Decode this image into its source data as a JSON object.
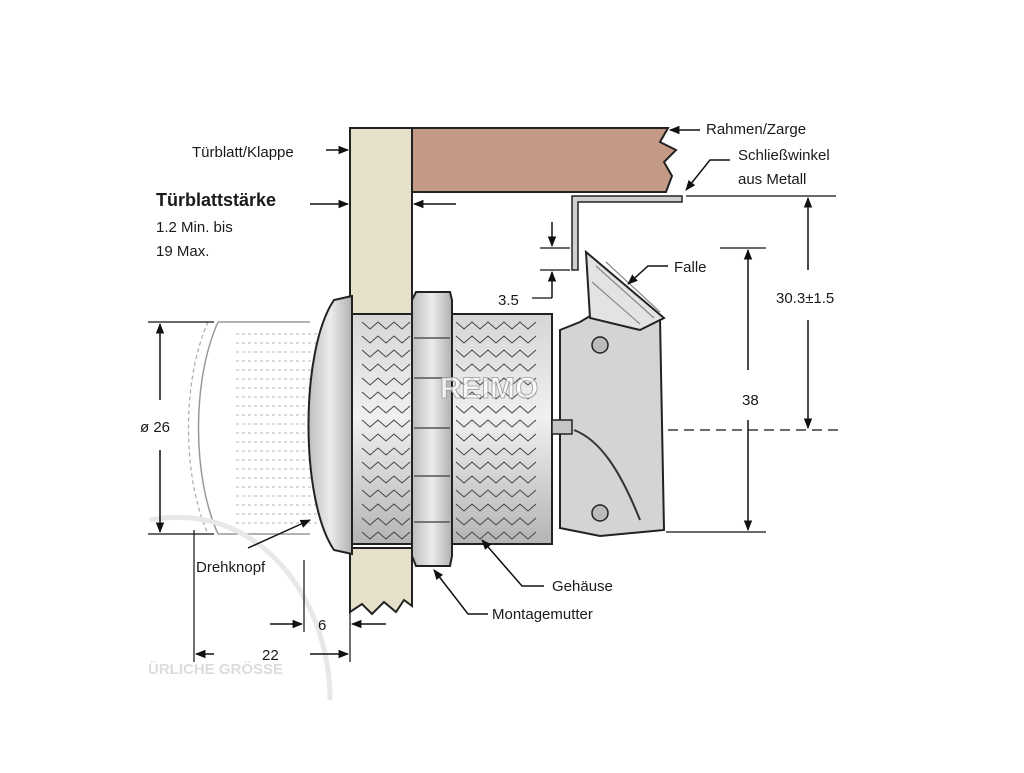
{
  "labels": {
    "rahmen": "Rahmen/Zarge",
    "schliess1": "Schließwinkel",
    "schliess2": "aus Metall",
    "tuerblatt": "Türblatt/Klappe",
    "staerke_title": "Türblattstärke",
    "staerke_line1": "1.2 Min. bis",
    "staerke_line2": "19 Max.",
    "falle": "Falle",
    "dim_35": "3.5",
    "dim_303": "30.3±1.5",
    "dim_38": "38",
    "dim_26": "ø 26",
    "drehknopf": "Drehknopf",
    "gehaeuse": "Gehäuse",
    "montagemutter": "Montagemutter",
    "dim_6": "6",
    "dim_22": "22",
    "watermark_logo": "REIMO",
    "watermark_bottom": "ÜRLICHE GRÖSSE"
  },
  "colors": {
    "frame": "#c49a86",
    "door": "#e6dfc9",
    "metal_light": "#e4e4e4",
    "metal_mid": "#c8c8c8",
    "metal_dark": "#9a9a9a",
    "outline": "#222222"
  }
}
